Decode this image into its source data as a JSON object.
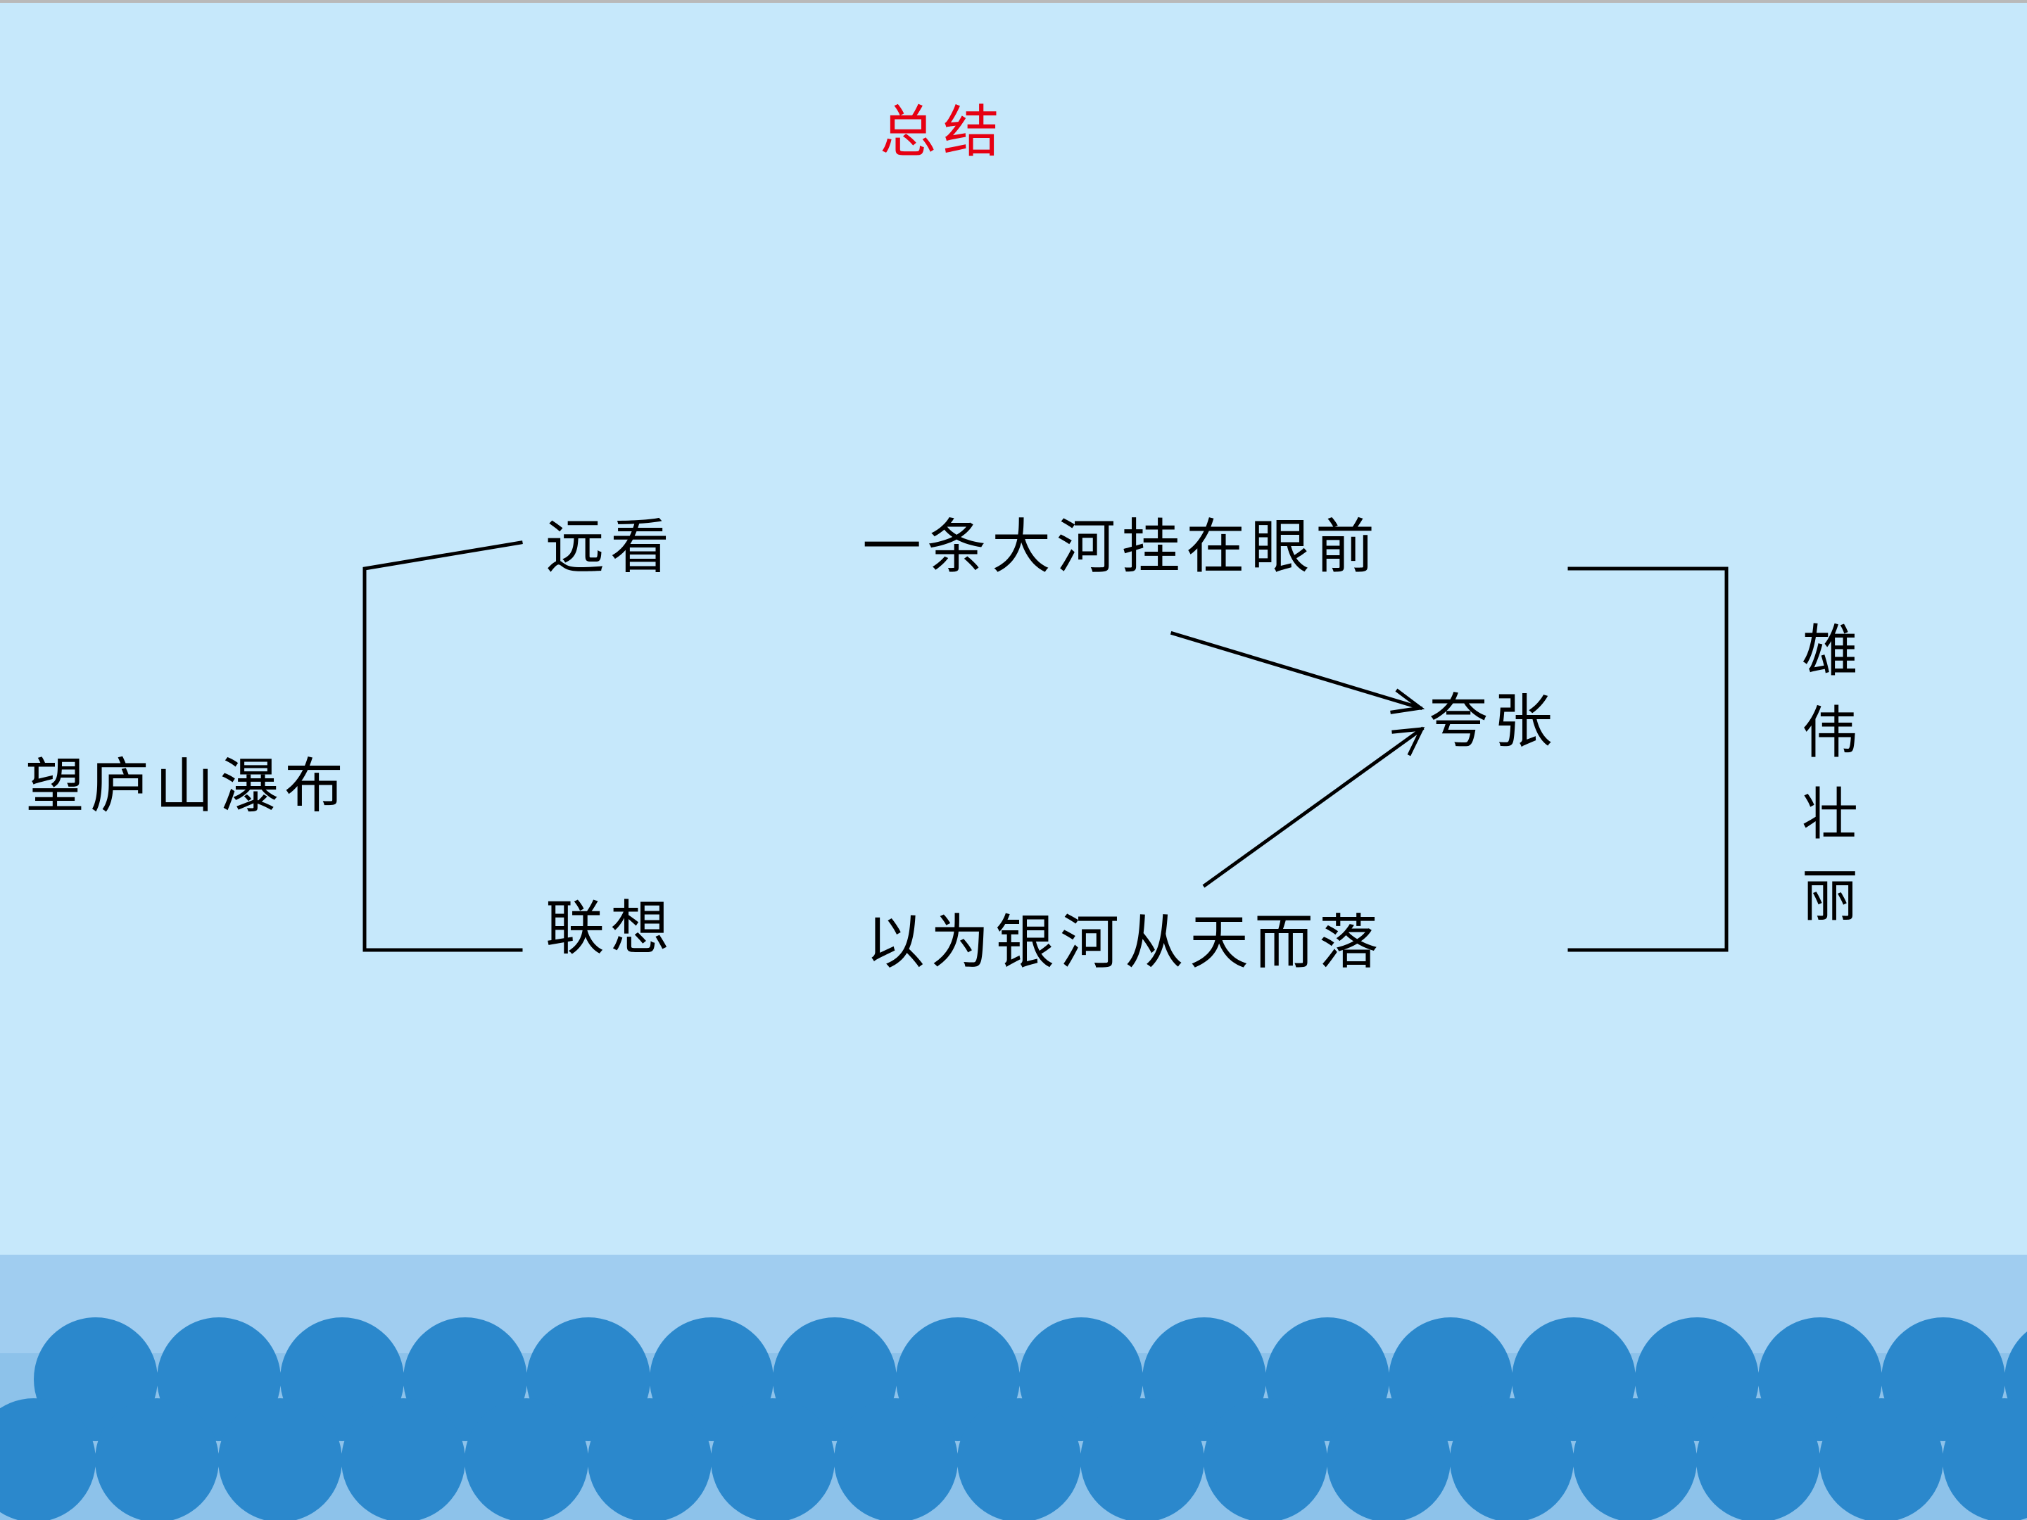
{
  "slide": {
    "title": "总结",
    "root": "望庐山瀑布",
    "branches": [
      {
        "method": "远看",
        "description": "一条大河挂在眼前"
      },
      {
        "method": "联想",
        "description": "以为银河从天而落"
      }
    ],
    "technique": "夸张",
    "conclusion_chars": [
      "雄",
      "伟",
      "壮",
      "丽"
    ]
  },
  "colors": {
    "background": "#c6e8fb",
    "title": "#e60012",
    "text": "#000000",
    "band_light": "#a0cdf0",
    "band_mid": "#8dc2ea",
    "wave": "#2b88cc"
  }
}
